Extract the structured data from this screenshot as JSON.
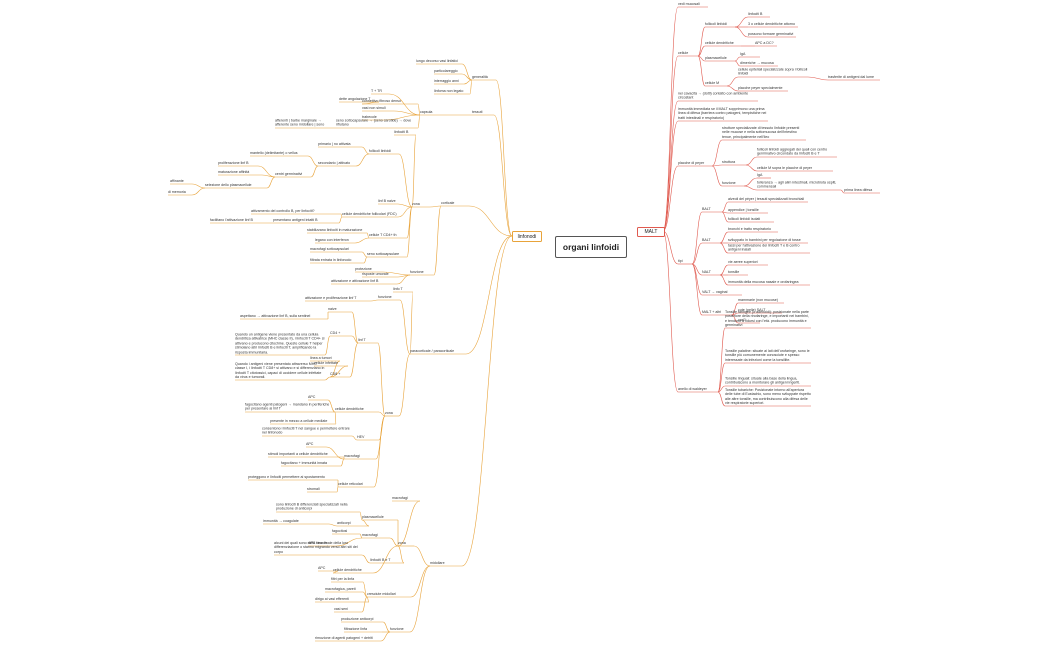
{
  "title": "organi linfoidi",
  "colors": {
    "right": "#e05a4f",
    "left": "#e8a33a",
    "center_border": "#555555",
    "text": "#333333"
  },
  "right": {
    "label": "MALT",
    "nodes": [
      {
        "id": "r1",
        "parent": "root",
        "text": "vedi mucosali"
      },
      {
        "id": "r2",
        "parent": "root",
        "text": "cellule"
      },
      {
        "id": "r2a",
        "parent": "r2",
        "text": "follicoli linfoidi"
      },
      {
        "id": "r2a1",
        "parent": "r2a",
        "text": "linfociti B"
      },
      {
        "id": "r2a2",
        "parent": "r2a",
        "text": "3 o cellule dendritiche attorno"
      },
      {
        "id": "r2a3",
        "parent": "r2a",
        "text": "possono formare germinativi"
      },
      {
        "id": "r2b",
        "parent": "r2",
        "text": "cellule dendritiche"
      },
      {
        "id": "r2b1",
        "parent": "r2b",
        "text": "APC a DC?"
      },
      {
        "id": "r2c",
        "parent": "r2",
        "text": "plasmacellule"
      },
      {
        "id": "r2c1",
        "parent": "r2c",
        "text": "IgA"
      },
      {
        "id": "r2c2",
        "parent": "r2c",
        "text": "dimeriche → mucosa"
      },
      {
        "id": "r2d",
        "parent": "r2",
        "text": "cellule M"
      },
      {
        "id": "r2d1",
        "parent": "r2d",
        "text": "cellule epiteliali specializzate sopra i follicoli linfoidi"
      },
      {
        "id": "r2d1a",
        "parent": "r2d1",
        "text": "trasferite di antigeni dal lume"
      },
      {
        "id": "r2d2",
        "parent": "r2d",
        "text": "placche peyer specialmente"
      },
      {
        "id": "r3",
        "parent": "root",
        "text": "nei cavacità → (dotti) contatto con ambiente circostant"
      },
      {
        "id": "r4",
        "parent": "root",
        "text": "immunità immediata se il MALT sopprimono una prima linea di difesa (barriera contro patogeni, tempistiche nei tratti intestinali e respiratorio)"
      },
      {
        "id": "r5",
        "parent": "root",
        "text": "placche di peyer"
      },
      {
        "id": "r5a",
        "parent": "r5",
        "text": "strutture specializzate di tessuto linfoide presenti nelle mucose e nella sottomucosa dell'intestino tenue, principalmente nell'ileo"
      },
      {
        "id": "r5b",
        "parent": "r5",
        "text": "struttura"
      },
      {
        "id": "r5b1",
        "parent": "r5b",
        "text": "follicoli linfoidi aggregati dei quali con centro germinativo circondato da linfociti B e T"
      },
      {
        "id": "r5b2",
        "parent": "r5b",
        "text": "cellule M sopra le placche di peyer"
      },
      {
        "id": "r5c",
        "parent": "r5",
        "text": "funzione"
      },
      {
        "id": "r5c1",
        "parent": "r5c",
        "text": "IgA"
      },
      {
        "id": "r5c2",
        "parent": "r5c",
        "text": "tolleranza → agli alim intestinali, microbiota ospiti, commensali"
      },
      {
        "id": "r5c2a",
        "parent": "r5c2",
        "text": "prima linea difesa"
      },
      {
        "id": "r6",
        "parent": "root",
        "text": "tipi"
      },
      {
        "id": "r6a",
        "parent": "r6",
        "text": "BALT"
      },
      {
        "id": "r6a1",
        "parent": "r6a",
        "text": "alveoli del pèyer | tessuti specializzati bronchiali"
      },
      {
        "id": "r6a2",
        "parent": "r6a",
        "text": "appendice | tonsille"
      },
      {
        "id": "r6a3",
        "parent": "r6a",
        "text": "follicoli linfoidi isolati"
      },
      {
        "id": "r6b",
        "parent": "r6",
        "text": "BALT"
      },
      {
        "id": "r6b1",
        "parent": "r6b",
        "text": "bronchi e tratto respiratorio"
      },
      {
        "id": "r6b2",
        "parent": "r6b",
        "text": "sviluppato in bambini per regolazione di tosse"
      },
      {
        "id": "r6b3",
        "parent": "r6b",
        "text": "tassi per l'attivazione dei linfociti T e B contro antigeni inalati"
      },
      {
        "id": "r6c",
        "parent": "r6",
        "text": "NALT"
      },
      {
        "id": "r6c1",
        "parent": "r6c",
        "text": "vie aeree superiori"
      },
      {
        "id": "r6c2",
        "parent": "r6c",
        "text": "tonsille"
      },
      {
        "id": "r6c3",
        "parent": "r6c",
        "text": "immunità della mucosa nasale e orofaringea"
      },
      {
        "id": "r6d",
        "parent": "r6",
        "text": "VALT → vaginal"
      },
      {
        "id": "r6e",
        "parent": "r6",
        "text": "MALT + altri"
      },
      {
        "id": "r6e1",
        "parent": "r6e",
        "text": "mammarie (non mucose)"
      },
      {
        "id": "r6e2",
        "parent": "r6e",
        "text": "cute (pelle) SALT"
      },
      {
        "id": "r6e3",
        "parent": "r6e",
        "text": "vari?"
      },
      {
        "id": "r7",
        "parent": "root",
        "text": "anello di waldeyer"
      },
      {
        "id": "r7a",
        "parent": "r7",
        "text": "Tonsille faringee (o adenoidi): posizionate nella parte posteriore della rinofaringe, e importanti nei bambini, e tendono a ridursi con l'età. producono immunità e germinativi"
      },
      {
        "id": "r7b",
        "parent": "r7",
        "text": "Tonsille palatine: situate ai lati dell'orofaringe, sono le tonsille più comunemente conosciute e spesso interessate da infezioni come la tonsillite."
      },
      {
        "id": "r7c",
        "parent": "r7",
        "text": "Tonsille linguali: situate alla base della lingua, contribuiscono a monitorare gli antigeni ingeriti."
      },
      {
        "id": "r7d",
        "parent": "r7",
        "text": "Tonsille tubariche: Posizionate intorno all'apertura delle tube di Eustachio, sono meno sviluppate rispetto alle altre tonsille, ma contribuiscono alla difesa delle vie respiratorie superiori."
      }
    ]
  },
  "left": {
    "label": "linfonodi",
    "nodes": [
      {
        "id": "l1",
        "parent": "root",
        "text": "generalità"
      },
      {
        "id": "l1a",
        "parent": "l1",
        "text": "lungo decorso vasi linfatici"
      },
      {
        "id": "l1b",
        "parent": "l1",
        "text": "particolareggio"
      },
      {
        "id": "l1c",
        "parent": "l1",
        "text": "interraggio anni"
      },
      {
        "id": "l1d",
        "parent": "l1",
        "text": "linfoma non legato"
      },
      {
        "id": "l2",
        "parent": "root",
        "text": "tessuti"
      },
      {
        "id": "l2a",
        "parent": "l2",
        "text": "capsula"
      },
      {
        "id": "l2a1",
        "parent": "l2a",
        "text": "T  + TR"
      },
      {
        "id": "l2a2",
        "parent": "l2a",
        "text": "connettivo fibroso denso"
      },
      {
        "id": "l2a2a",
        "parent": "l2a2",
        "text": "dette angolazione T"
      },
      {
        "id": "l2a3",
        "parent": "l2a",
        "text": "vasi non simuli"
      },
      {
        "id": "l2a4",
        "parent": "l2a",
        "text": "trabecole"
      },
      {
        "id": "l2a5",
        "parent": "l2a",
        "text": "seno sottocapsulare → (seno carotide) → dove rifiutano"
      },
      {
        "id": "l2a5a",
        "parent": "l2a5",
        "text": "afferenti | barbe marginale → afferente seno midollare | seno"
      },
      {
        "id": "l3",
        "parent": "root",
        "text": "corticale"
      },
      {
        "id": "l3a",
        "parent": "l3",
        "text": "zona"
      },
      {
        "id": "l3a1",
        "parent": "l3a",
        "text": "linfociti B"
      },
      {
        "id": "l3a2",
        "parent": "l3a",
        "text": "follicoli linfoidi"
      },
      {
        "id": "l3a2a",
        "parent": "l3a2",
        "text": "primario | no attivata"
      },
      {
        "id": "l3a2b",
        "parent": "l3a2",
        "text": "secondario | attivato"
      },
      {
        "id": "l3a2b1",
        "parent": "l3a2b",
        "text": "mantello (delimitante) o vellus"
      },
      {
        "id": "l3a2b2",
        "parent": "l3a2b",
        "text": "centri germinativi"
      },
      {
        "id": "l3a2b2a",
        "parent": "l3a2b2",
        "text": "proliferazione linf B"
      },
      {
        "id": "l3a2b2b",
        "parent": "l3a2b2",
        "text": "maturazione affinità"
      },
      {
        "id": "l3a2b2c",
        "parent": "l3a2b2",
        "text": "selezione dello plasmacellule"
      },
      {
        "id": "l3a2b2c1",
        "parent": "l3a2b2c",
        "text": "affinante"
      },
      {
        "id": "l3a2b2c2",
        "parent": "l3a2b2c",
        "text": "di memoria"
      },
      {
        "id": "l3a3",
        "parent": "l3a",
        "text": "linf B naive"
      },
      {
        "id": "l3a4",
        "parent": "l3a",
        "text": "cellule dendritiche follicolari (FDC)"
      },
      {
        "id": "l3a4a",
        "parent": "l3a4",
        "text": "attivamento del controllo B, per linfociti?"
      },
      {
        "id": "l3a4b",
        "parent": "l3a4",
        "text": "presentano antigeni intatti B"
      },
      {
        "id": "l3a4b1",
        "parent": "l3a4b",
        "text": "facilitano l'attivazione linf B"
      },
      {
        "id": "l3a5",
        "parent": "l3a",
        "text": "cellule T CD4+ th"
      },
      {
        "id": "l3a5a",
        "parent": "l3a5",
        "text": "stabilizzano linfociti in maturazione"
      },
      {
        "id": "l3a5b",
        "parent": "l3a5",
        "text": "legano con interferon"
      },
      {
        "id": "l3a6",
        "parent": "l3a",
        "text": "seno sottocapsulare"
      },
      {
        "id": "l3a6a",
        "parent": "l3a6",
        "text": "macrofagi sottocapsulari"
      },
      {
        "id": "l3a6b",
        "parent": "l3a6",
        "text": "filtrata entrata in linfonodo"
      },
      {
        "id": "l3b",
        "parent": "l3",
        "text": "funzione"
      },
      {
        "id": "l3b1",
        "parent": "l3b",
        "text": "protezione"
      },
      {
        "id": "l3b2",
        "parent": "l3b",
        "text": "risposte umorale"
      },
      {
        "id": "l3b3",
        "parent": "l3b",
        "text": "attivazione e attivazione linf B"
      },
      {
        "id": "l4",
        "parent": "root",
        "text": "paracorticale / paracorticale"
      },
      {
        "id": "l4a",
        "parent": "l4",
        "text": "linfo T"
      },
      {
        "id": "l4b",
        "parent": "l4",
        "text": "funzione"
      },
      {
        "id": "l4b1",
        "parent": "l4b",
        "text": "attivazione e proliferazione linf T"
      },
      {
        "id": "l4c",
        "parent": "l4",
        "text": "zona"
      },
      {
        "id": "l4c1",
        "parent": "l4c",
        "text": "linf T"
      },
      {
        "id": "l4c1a",
        "parent": "l4c1",
        "text": "naive"
      },
      {
        "id": "l4c1a1",
        "parent": "l4c1a",
        "text": "aspettano → attivazione linf B, sulla sentinel"
      },
      {
        "id": "l4c1b",
        "parent": "l4c1",
        "text": "CD4 +"
      },
      {
        "id": "l4c1b1",
        "parent": "l4c1b",
        "text": "Quando un antigene viene presentato da una cellula dendritica attivatrice (MHC classe II), i linfociti T CD4+ si attivano e producono citochine. Queste cellule T helper stimolano altri linfociti B e linfociti T, amplificando la risposta immunitaria."
      },
      {
        "id": "l4c1c",
        "parent": "l4c1",
        "text": "CD8 +"
      },
      {
        "id": "l4c1c1",
        "parent": "l4c1c",
        "text": "linea a tumori"
      },
      {
        "id": "l4c1c2",
        "parent": "l4c1c",
        "text": "cellule infettate"
      },
      {
        "id": "l4c1c3",
        "parent": "l4c1c",
        "text": "Quando i antigeni viene presentato attraverso MHC classe I, i linfociti T CD8+ si attivano e si differenziano in linfociti T citotossici, capaci di uccidere cellule infettate da virus e tumorali."
      },
      {
        "id": "l4c2",
        "parent": "l4c",
        "text": "cellule dendritiche"
      },
      {
        "id": "l4c2a",
        "parent": "l4c2",
        "text": "APC"
      },
      {
        "id": "l4c2b",
        "parent": "l4c2",
        "text": "fagocitano agenti patogeni → mandano in periferiche per presentare ai linf T"
      },
      {
        "id": "l4c2c",
        "parent": "l4c2",
        "text": "presente in mezzo a cellule mediate"
      },
      {
        "id": "l4c3",
        "parent": "l4c",
        "text": "HEV"
      },
      {
        "id": "l4c3a",
        "parent": "l4c3",
        "text": "consentono i linfociti T nel sangue e permettere entrare nel linfonodo"
      },
      {
        "id": "l4c4",
        "parent": "l4c",
        "text": "macrofagi"
      },
      {
        "id": "l4c4a",
        "parent": "l4c4",
        "text": "APC"
      },
      {
        "id": "l4c4b",
        "parent": "l4c4",
        "text": "stimoli importanti a cellule dendritiche"
      },
      {
        "id": "l4c4c",
        "parent": "l4c4",
        "text": "fagocitano + immunità innata"
      },
      {
        "id": "l4c5",
        "parent": "l4c",
        "text": "cellule reticolari"
      },
      {
        "id": "l4c5a",
        "parent": "l4c5",
        "text": "proteggono e linfociti permettere ai spostamento"
      },
      {
        "id": "l4c5b",
        "parent": "l4c5",
        "text": "stromali"
      },
      {
        "id": "l5",
        "parent": "root",
        "text": "midollare"
      },
      {
        "id": "l5a",
        "parent": "l5",
        "text": "zona"
      },
      {
        "id": "l5a1",
        "parent": "l5a",
        "text": "macrofagi"
      },
      {
        "id": "l5a2",
        "parent": "l5a",
        "text": "plasmacellule"
      },
      {
        "id": "l5a2a",
        "parent": "l5a2",
        "text": "sono linfociti B differenziati specializzati nella produzione di anticorpi"
      },
      {
        "id": "l5a2b",
        "parent": "l5a2",
        "text": "anticorpi"
      },
      {
        "id": "l5a2b1",
        "parent": "l5a2b",
        "text": "immunità → coagulate"
      },
      {
        "id": "l5a3",
        "parent": "l5a",
        "text": "macrofagi"
      },
      {
        "id": "l5a3a",
        "parent": "l5a3",
        "text": "fagocitosi"
      },
      {
        "id": "l5a3b",
        "parent": "l5a3",
        "text": "APC rimuov"
      },
      {
        "id": "l5a4",
        "parent": "l5a",
        "text": "linfociti B e T"
      },
      {
        "id": "l5a4a",
        "parent": "l5a4",
        "text": "alcuni dei quali sono nella fase finale della loro differenziazione o stanno migrando verso altri siti del corpo"
      },
      {
        "id": "l5a5",
        "parent": "l5a",
        "text": "cellule dendritiche"
      },
      {
        "id": "l5a5a",
        "parent": "l5a5",
        "text": "APC"
      },
      {
        "id": "l5b",
        "parent": "l5",
        "text": "cresciute midollari"
      },
      {
        "id": "l5b1",
        "parent": "l5b",
        "text": "filtri per la linfa"
      },
      {
        "id": "l5b2",
        "parent": "l5b",
        "text": "macrofagica, pareti"
      },
      {
        "id": "l5b3",
        "parent": "l5b",
        "text": "dirigo ai vasi efferenti"
      },
      {
        "id": "l5b4",
        "parent": "l5b",
        "text": "vasi seni"
      },
      {
        "id": "l5c",
        "parent": "l5",
        "text": "funzione"
      },
      {
        "id": "l5c1",
        "parent": "l5c",
        "text": "produzione anticorpi"
      },
      {
        "id": "l5c2",
        "parent": "l5c",
        "text": "filtrazione linfa"
      },
      {
        "id": "l5c3",
        "parent": "l5c",
        "text": "rimozione di agenti patogeni + detriti"
      }
    ]
  }
}
